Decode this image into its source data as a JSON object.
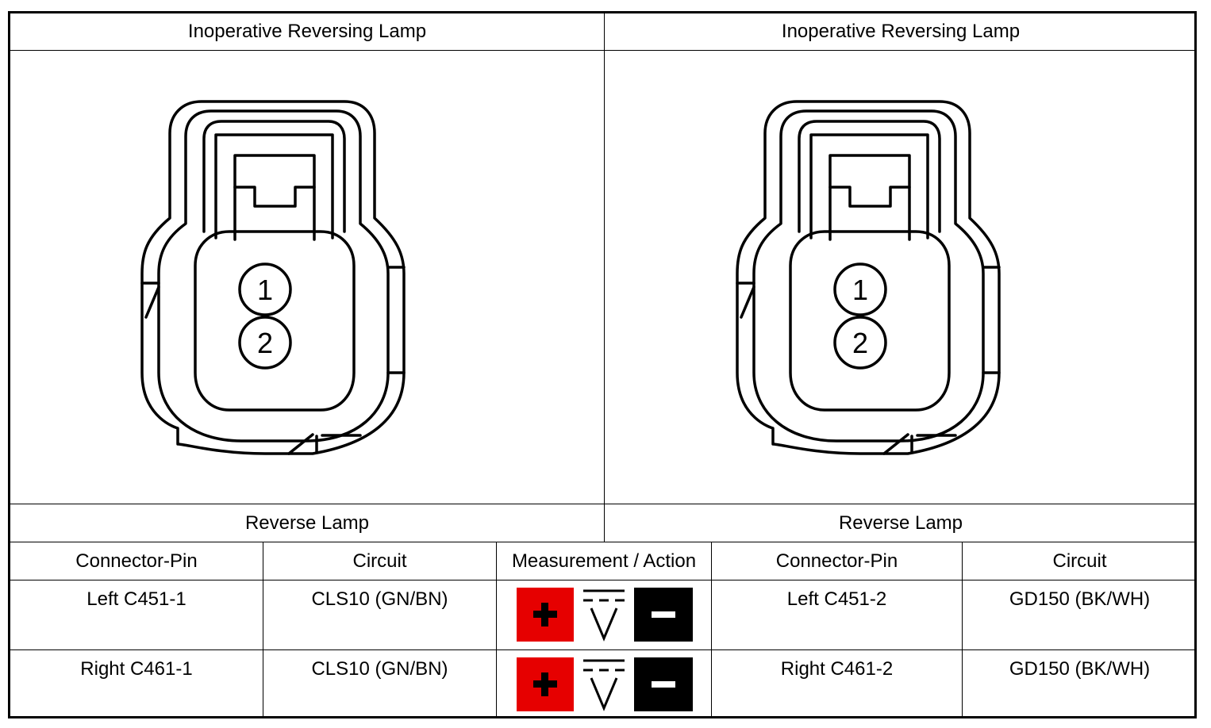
{
  "headers": {
    "left_title": "Inoperative Reversing Lamp",
    "right_title": "Inoperative Reversing Lamp",
    "left_label": "Reverse Lamp",
    "right_label": "Reverse Lamp"
  },
  "connector": {
    "pins": [
      "1",
      "2"
    ]
  },
  "table": {
    "columns": [
      "Connector-Pin",
      "Circuit",
      "Measurement / Action",
      "Connector-Pin",
      "Circuit"
    ],
    "rows": [
      {
        "pin_a": "Left C451-1",
        "circuit_a": "CLS10 (GN/BN)",
        "measurement": "voltage-measurement-icon",
        "pin_b": "Left C451-2",
        "circuit_b": "GD150 (BK/WH)"
      },
      {
        "pin_a": "Right C461-1",
        "circuit_a": "CLS10 (GN/BN)",
        "measurement": "voltage-measurement-icon",
        "pin_b": "Right C461-2",
        "circuit_b": "GD150 (BK/WH)"
      }
    ]
  },
  "colors": {
    "positive_probe": "#e60000",
    "negative_probe": "#000000"
  }
}
